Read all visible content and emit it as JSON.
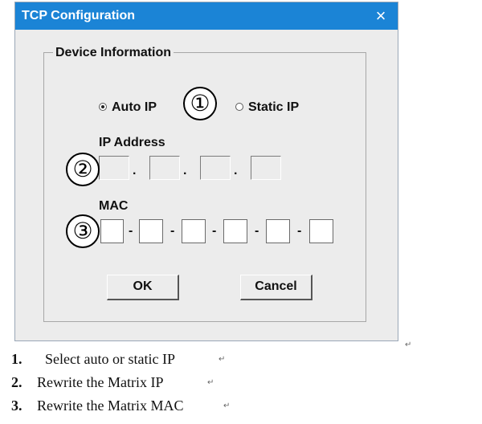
{
  "dialog": {
    "title": "TCP Configuration",
    "close_glyph": "×",
    "group_label": "Device Information",
    "radios": [
      {
        "label": "Auto IP",
        "selected": true
      },
      {
        "label": "Static IP",
        "selected": false
      }
    ],
    "ip_label": "IP Address",
    "ip_separator": ".",
    "mac_label": "MAC",
    "mac_separator": "-",
    "ok_label": "OK",
    "cancel_label": "Cancel"
  },
  "markers": [
    "①",
    "②",
    "③"
  ],
  "return_glyph": "↵",
  "steps": [
    {
      "num": "1.",
      "text": "Select auto or static IP"
    },
    {
      "num": "2.",
      "text": "Rewrite the Matrix IP"
    },
    {
      "num": "3.",
      "text": "Rewrite the Matrix MAC"
    }
  ],
  "colors": {
    "titlebar": "#1b84d6",
    "dialog_bg": "#ececec",
    "text": "#111111"
  }
}
